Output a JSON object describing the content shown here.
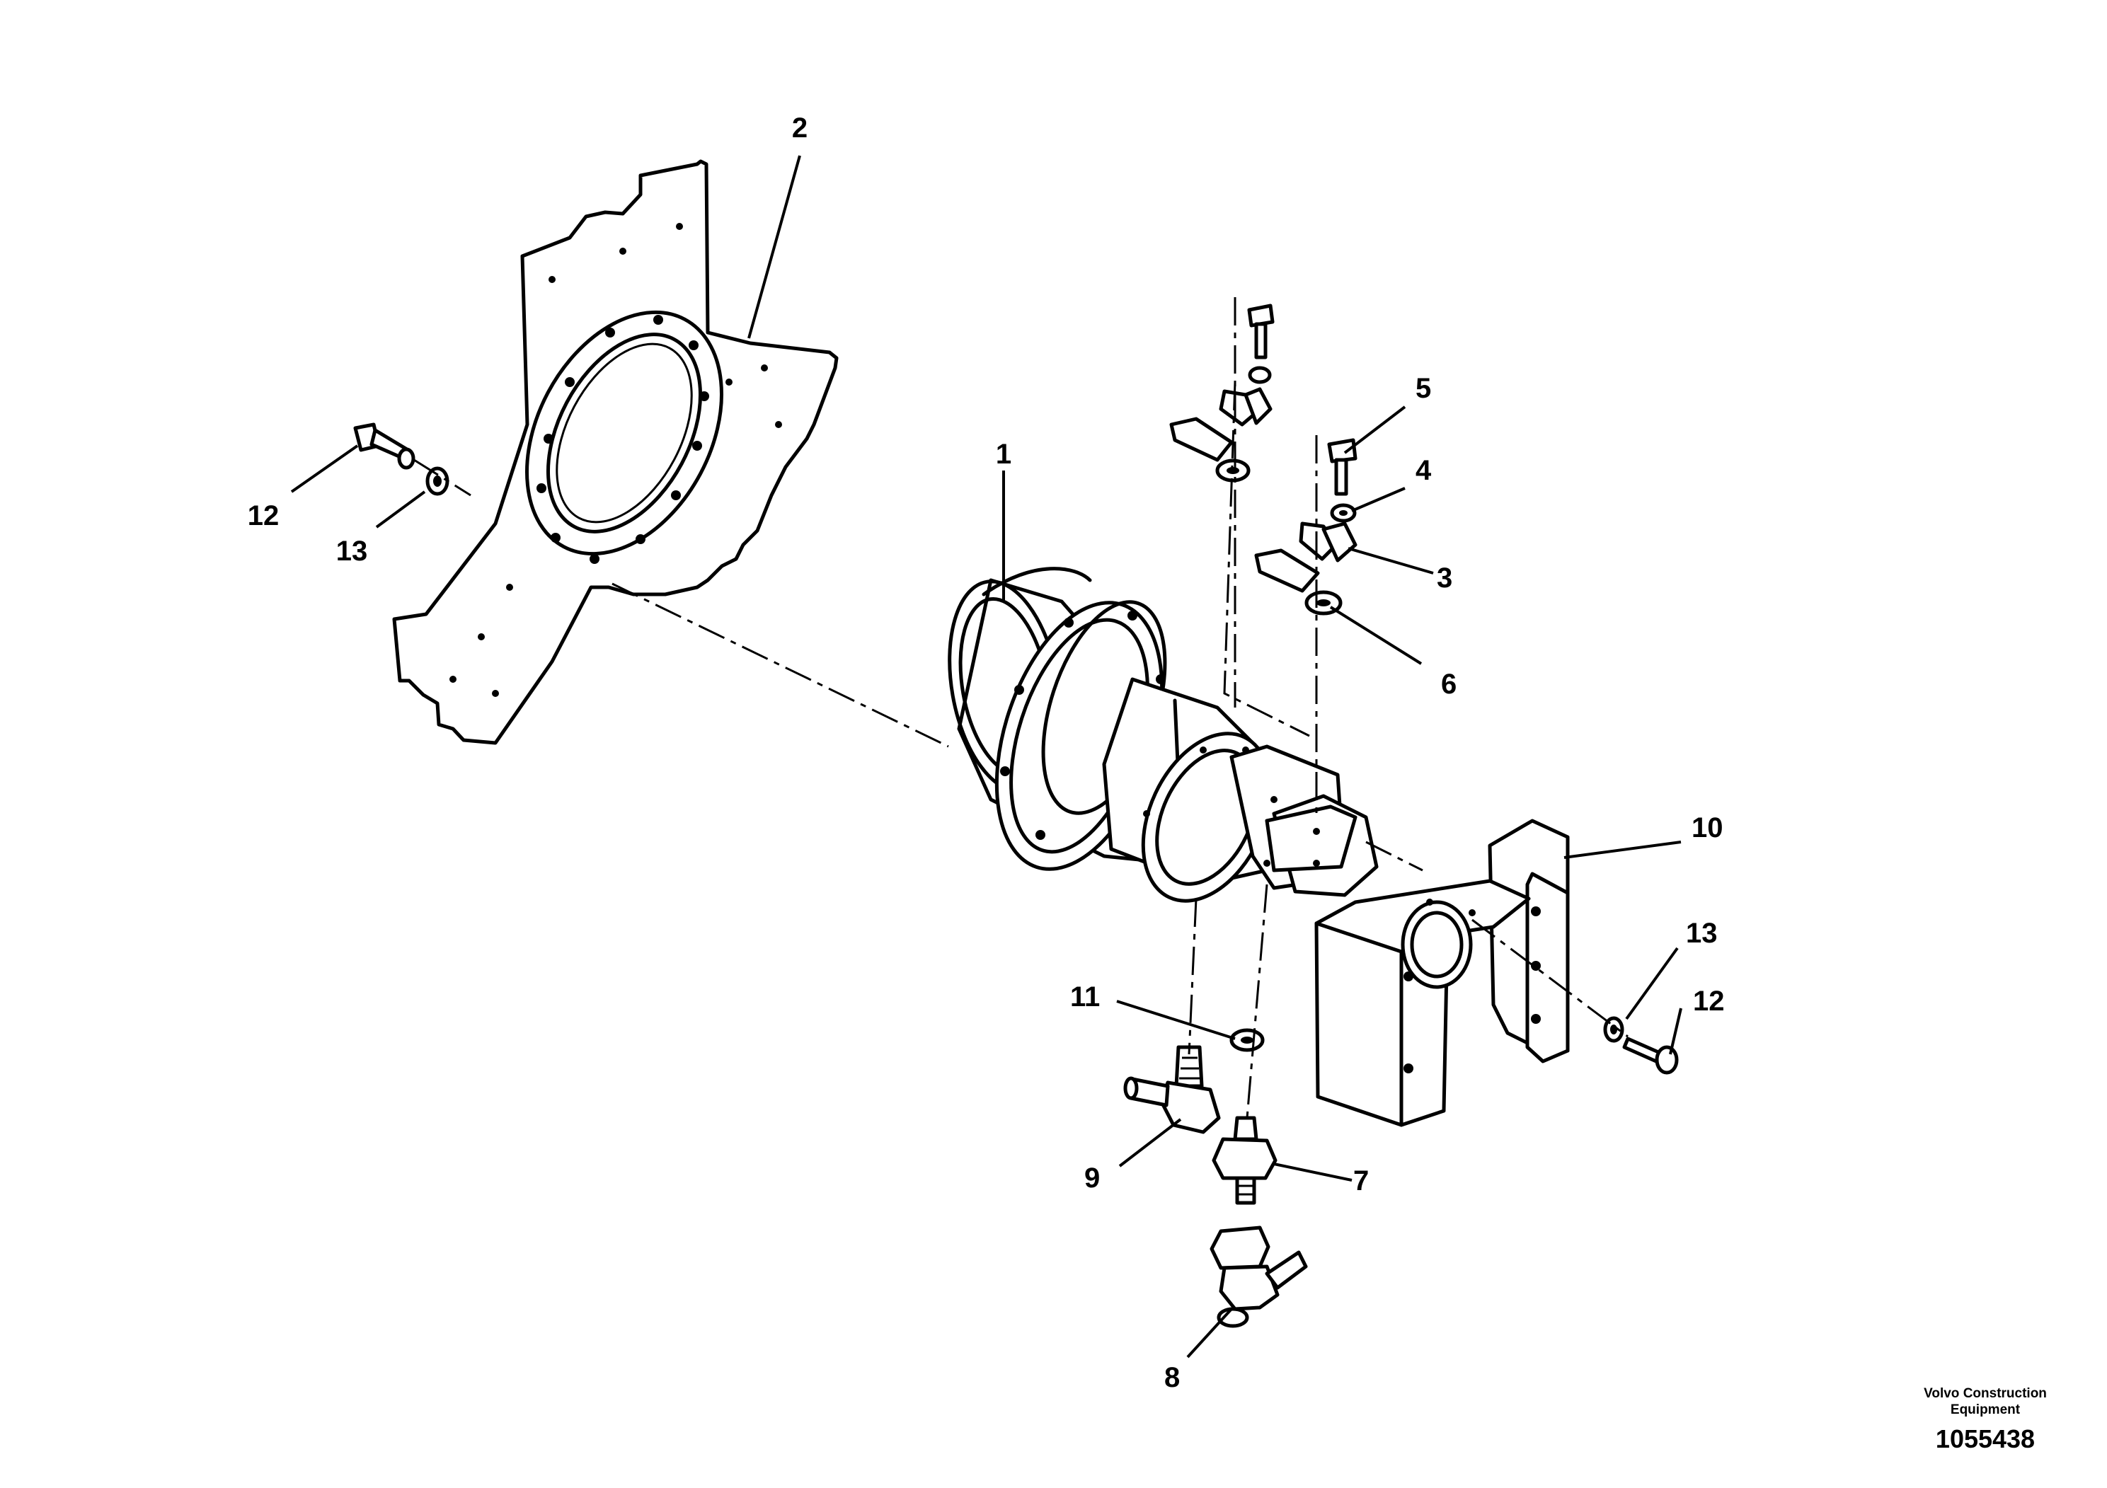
{
  "callouts": {
    "c1": "1",
    "c2": "2",
    "c3": "3",
    "c4": "4",
    "c5": "5",
    "c6": "6",
    "c7": "7",
    "c8": "8",
    "c9": "9",
    "c10": "10",
    "c11": "11",
    "c12_left": "12",
    "c13_left": "13",
    "c12_right": "12",
    "c13_right": "13"
  },
  "footer": {
    "brand_line1": "Volvo Construction",
    "brand_line2": "Equipment",
    "doc_number": "1055438"
  }
}
